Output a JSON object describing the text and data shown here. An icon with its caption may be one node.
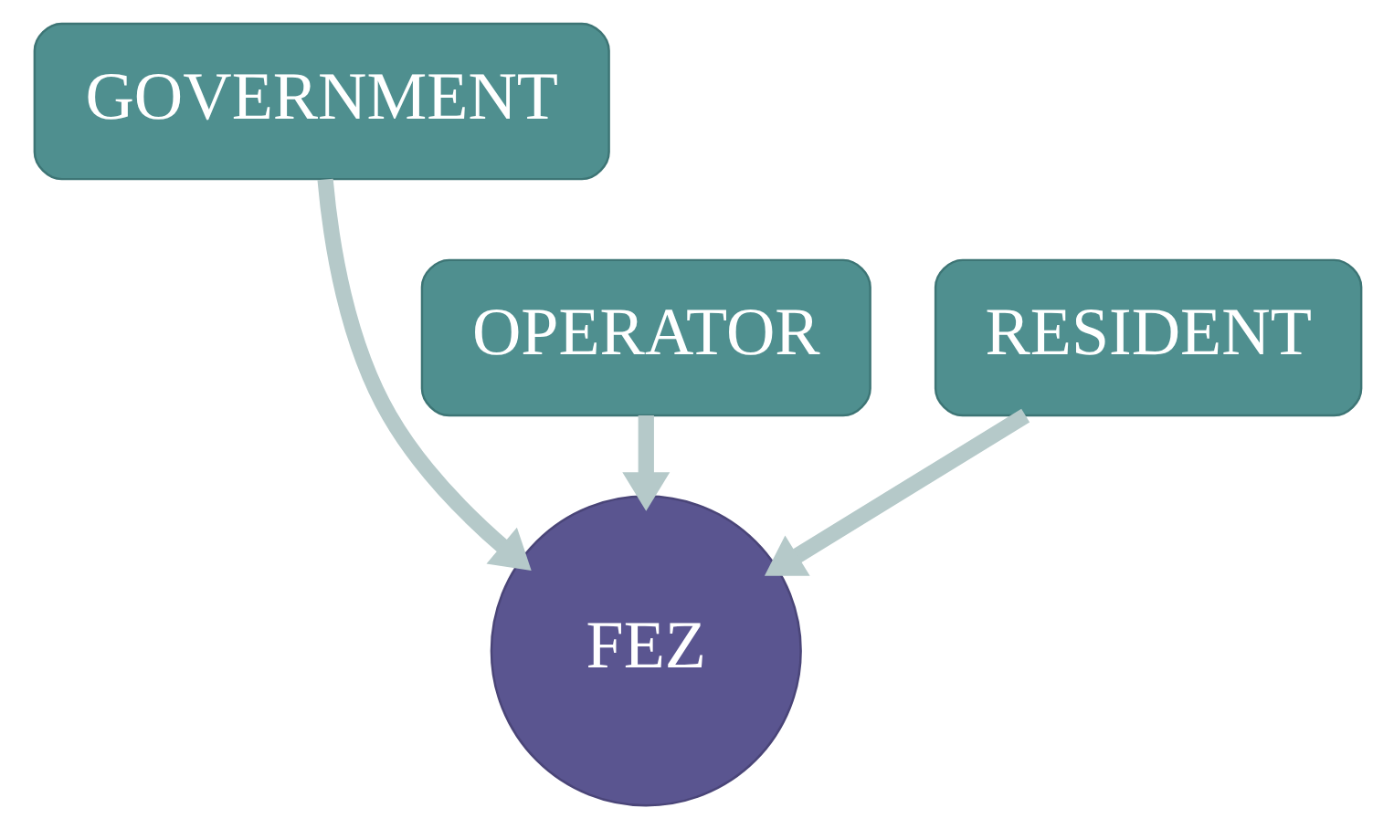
{
  "diagram": {
    "nodes": [
      {
        "text": [
          "GOVERNMENT"
        ]
      },
      {
        "text": [
          "OPERATOR"
        ]
      },
      {
        "text": [
          "RESIDENT"
        ]
      },
      {
        "text": [
          "FEZ"
        ]
      }
    ],
    "edges": [
      {
        "from": 1,
        "to": 3,
        "arrow": "to"
      },
      {
        "from": 0,
        "to": 3,
        "arrow": "to"
      },
      {
        "from": 2,
        "to": 3,
        "arrow": "to"
      }
    ]
  }
}
